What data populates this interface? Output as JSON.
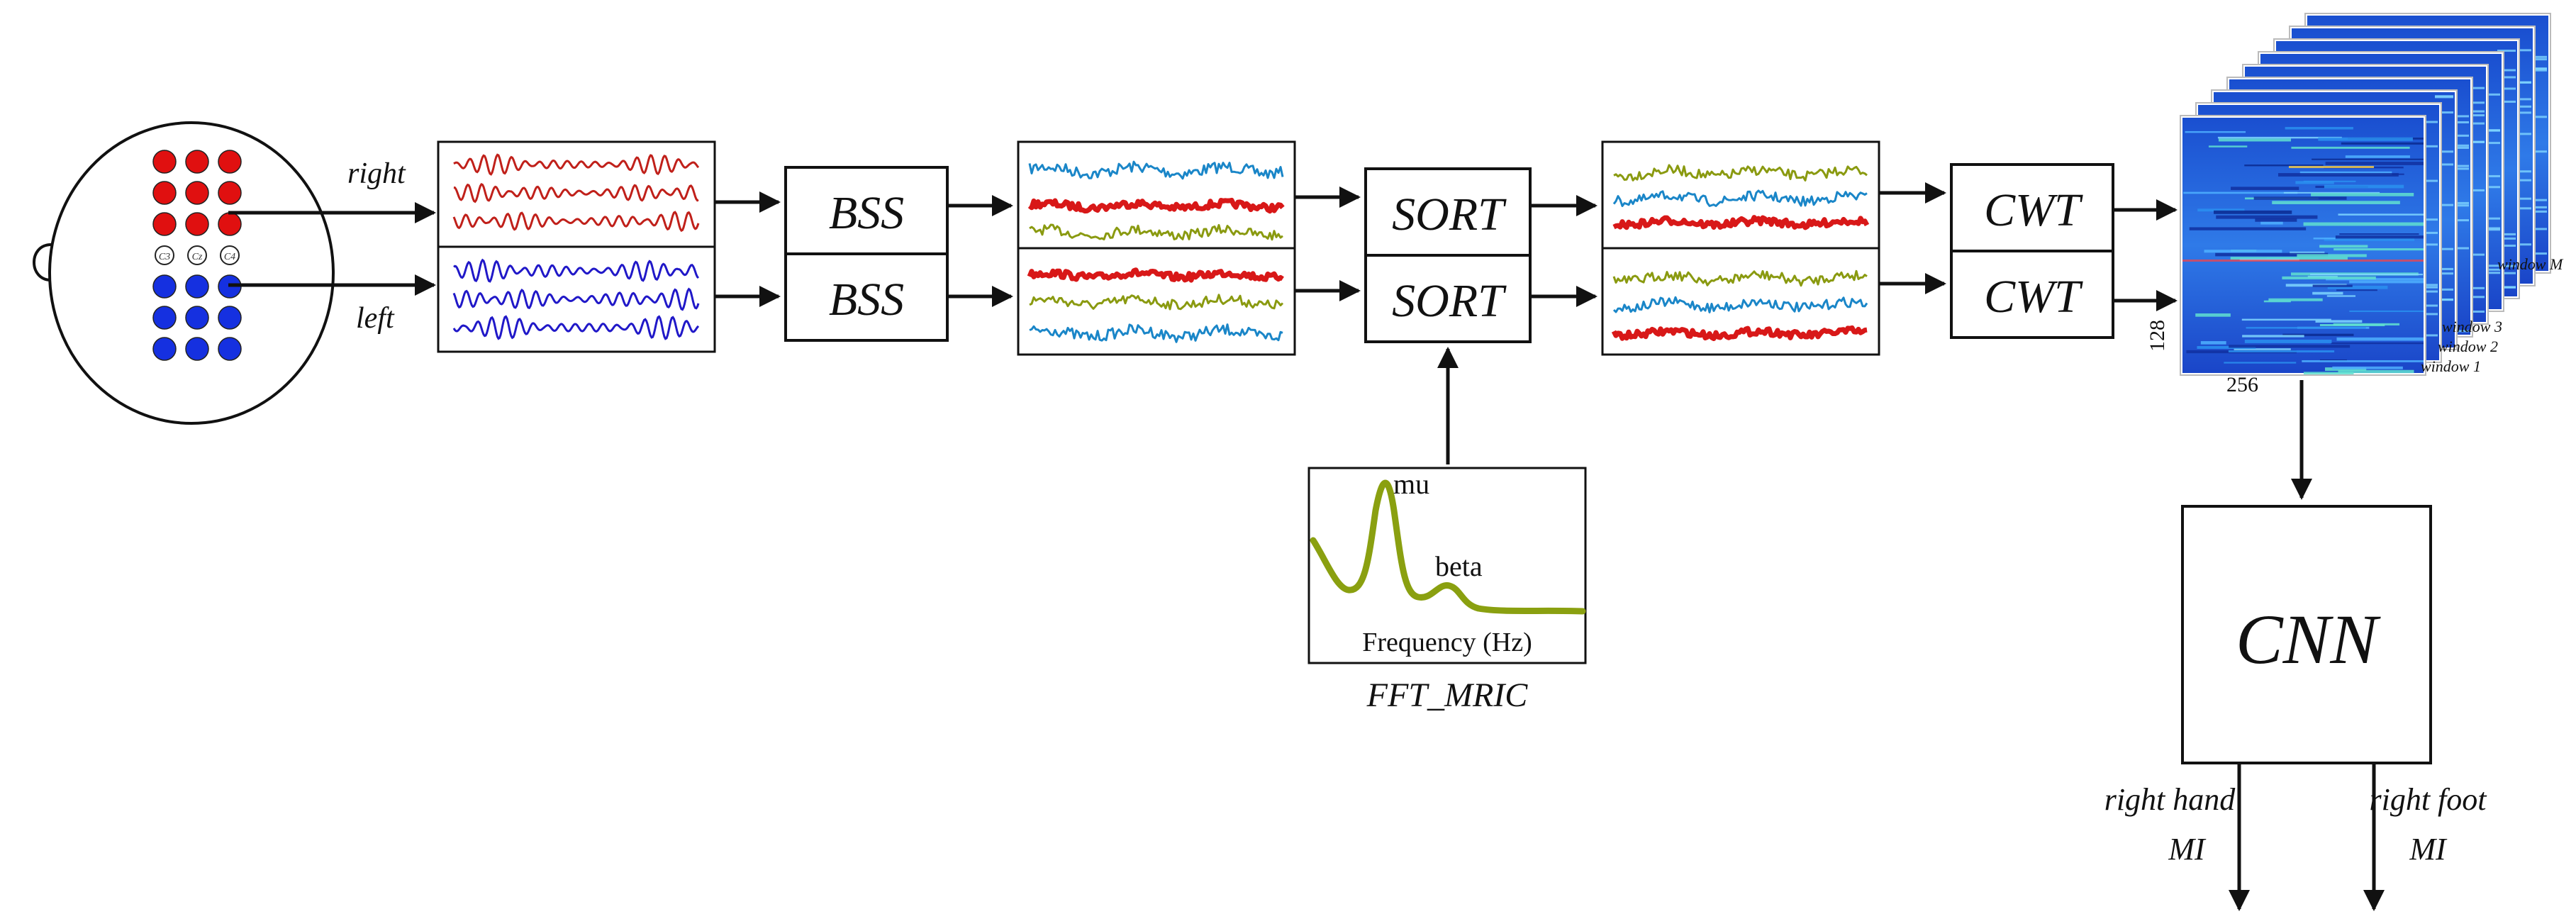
{
  "head": {
    "electrode_labels": [
      "C3",
      "Cz",
      "C4"
    ],
    "colors": {
      "right": "#e01010",
      "left": "#1530e0",
      "neutral": "#ffffff"
    }
  },
  "signals": {
    "right_label": "right",
    "left_label": "left",
    "right_color": "#c0201a",
    "left_color": "#2018c8"
  },
  "blocks": {
    "bss_top": "BSS",
    "bss_bottom": "BSS",
    "sort_top": "SORT",
    "sort_bottom": "SORT",
    "cwt_top": "CWT",
    "cwt_bottom": "CWT",
    "cnn": "CNN"
  },
  "components": {
    "colors": {
      "blue": "#1a86c8",
      "red": "#d81818",
      "olive": "#8a9a10"
    }
  },
  "fft": {
    "peak1_label": "mu",
    "peak2_label": "beta",
    "axis_label": "Frequency (Hz)",
    "caption": "FFT_MRIC",
    "curve_color": "#8aa010"
  },
  "spectrogram": {
    "window_labels": [
      "window 1",
      "window 2",
      "window 3",
      "window M"
    ],
    "y_size": "128",
    "x_size": "256",
    "base_color": "#1e5fd8"
  },
  "outputs": {
    "left_line1": "right hand",
    "left_line2": "MI",
    "right_line1": "right foot",
    "right_line2": "MI"
  }
}
